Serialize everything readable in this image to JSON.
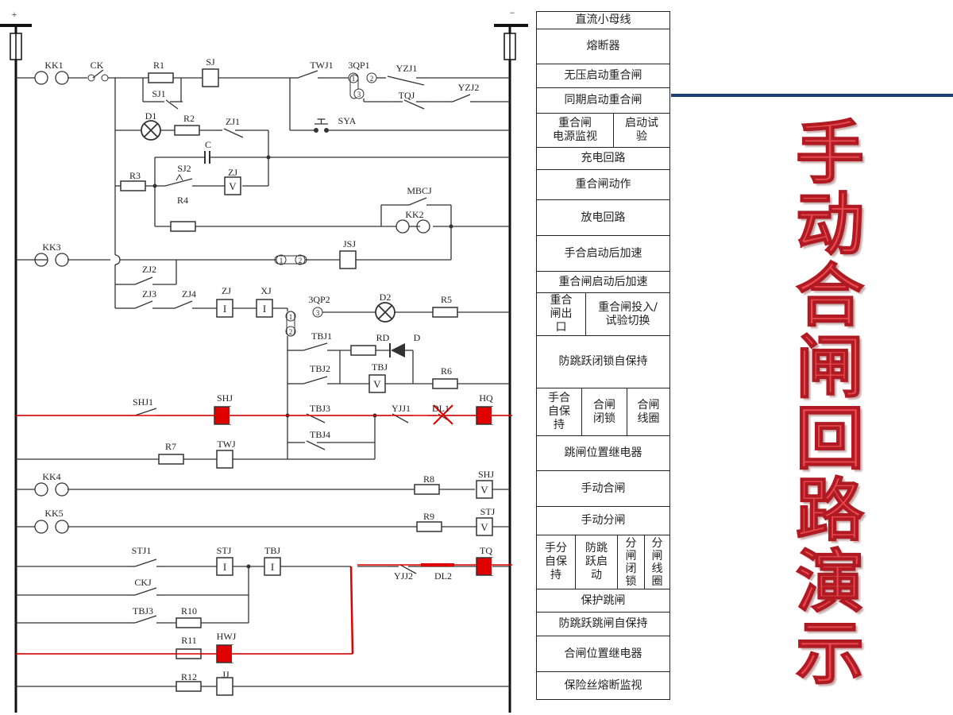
{
  "title": "手动合闸回路演示",
  "colors": {
    "highlight": "#e00000",
    "title": "#e8484f",
    "accent_line": "#1f3f6e",
    "wire": "#333333"
  },
  "diagram": {
    "bus_positive": "+",
    "bus_negative": "−",
    "relay_marks": {
      "V": "V",
      "I": "I"
    },
    "terminal_marks": {
      "one": "1",
      "two": "2",
      "three": "3"
    },
    "labels": {
      "KK1": "KK1",
      "CK": "CK",
      "R1": "R1",
      "SJ": "SJ",
      "TWJ1": "TWJ1",
      "3QP1": "3QP1",
      "YZJ1": "YZJ1",
      "YZJ2": "YZJ2",
      "SJ1": "SJ1",
      "TQJ": "TQJ",
      "D1": "D1",
      "R2": "R2",
      "ZJ1": "ZJ1",
      "SYA": "SYA",
      "C": "C",
      "SJ2": "SJ2",
      "ZJa": "ZJ",
      "R3": "R3",
      "R4": "R4",
      "MBCJ": "MBCJ",
      "KK2": "KK2",
      "KK3": "KK3",
      "JSJ": "JSJ",
      "ZJ2": "ZJ2",
      "ZJ3": "ZJ3",
      "ZJ4": "ZJ4",
      "ZJb": "ZJ",
      "XJ": "XJ",
      "3QP2": "3QP2",
      "D2": "D2",
      "R5": "R5",
      "TBJ1": "TBJ1",
      "RD": "RD",
      "D": "D",
      "TBJ2": "TBJ2",
      "TBJa": "TBJ",
      "R6": "R6",
      "SHJ1": "SHJ1",
      "SHJa": "SHJ",
      "TBJ3a": "TBJ3",
      "YJJ1": "YJJ1",
      "DL1": "DL1",
      "HQ": "HQ",
      "TBJ4": "TBJ4",
      "R7": "R7",
      "TWJ": "TWJ",
      "KK4": "KK4",
      "R8": "R8",
      "SHJb": "SHJ",
      "KK5": "KK5",
      "R9": "R9",
      "STJa": "STJ",
      "STJ1": "STJ1",
      "STJb": "STJ",
      "TBJb": "TBJ",
      "YJJ2": "YJJ2",
      "DL2": "DL2",
      "TQ": "TQ",
      "CKJ": "CKJ",
      "TBJ3b": "TBJ3",
      "R10": "R10",
      "R11": "R11",
      "HWJ": "HWJ",
      "R12": "R12",
      "JJ": "JJ"
    }
  },
  "legend_table": {
    "rows": [
      [
        "直流小母线"
      ],
      [
        "熔断器"
      ],
      [
        "无压启动重合闸"
      ],
      [
        "同期启动重合闸"
      ],
      [
        "重合闸\n电源监视",
        "启动试\n验"
      ],
      [
        "充电回路"
      ],
      [
        "重合闸动作"
      ],
      [
        "放电回路"
      ],
      [
        "手合启动后加速"
      ],
      [
        "重合闸启动后加速"
      ],
      [
        "重合\n闸出\n口",
        "重合闸投入/\n试验切换"
      ],
      [
        "防跳跃闭锁自保持"
      ],
      [
        "手合\n自保\n持",
        "合闸\n闭锁",
        "合闸\n线圈"
      ],
      [
        "跳闸位置继电器"
      ],
      [
        "手动合闸"
      ],
      [
        "手动分闸"
      ],
      [
        "手分\n自保\n持",
        "防跳\n跃启\n动",
        "分\n闸\n闭\n锁",
        "分\n闸\n线\n圈"
      ],
      [
        "保护跳闸"
      ],
      [
        "防跳跃跳闸自保持"
      ],
      [
        "合闸位置继电器"
      ],
      [
        "保险丝熔断监视"
      ]
    ]
  }
}
